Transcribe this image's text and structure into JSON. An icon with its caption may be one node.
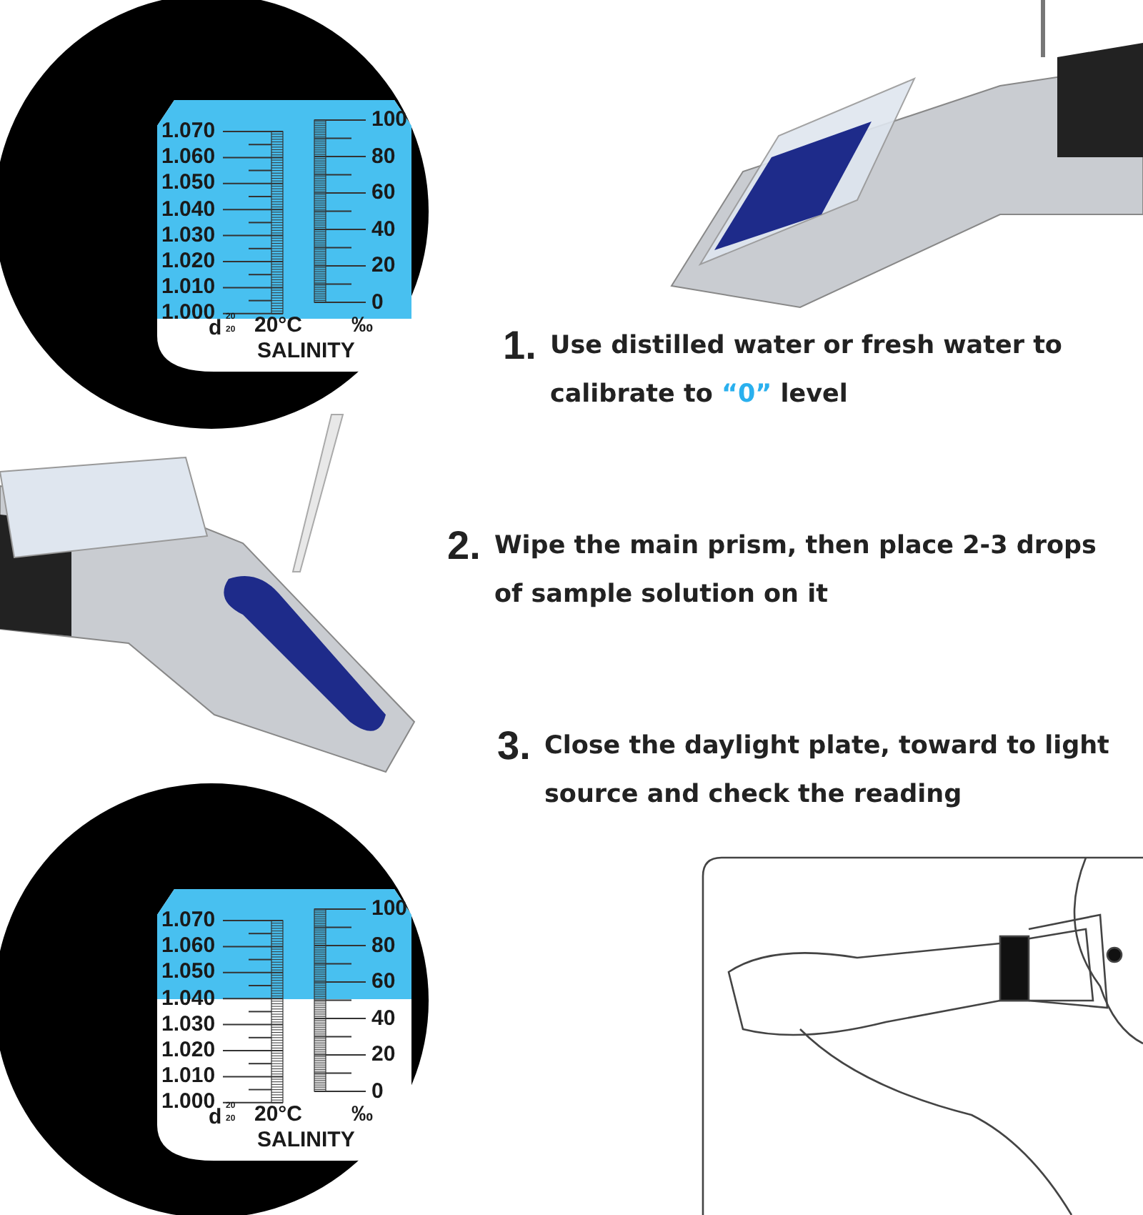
{
  "diagram": {
    "labels": [
      "1.070",
      "1.060",
      "1.050",
      "1.040",
      "1.030",
      "1.020",
      "1.010",
      "1.000",
      "100",
      "80",
      "60",
      "40",
      "20",
      "0",
      "d",
      "20",
      "20",
      "20°C",
      "‰",
      "SALINITY",
      "1.",
      "Use distilled water or fresh water to calibrate to “0” level",
      "2.",
      "Wipe the main prism, then place 2-3 drops of sample solution on it",
      "3.",
      "Close the daylight plate, toward to light source and check the reading",
      "1.070",
      "1.060",
      "1.050",
      "1.040",
      "1.030",
      "1.020",
      "1.010",
      "1.000",
      "100",
      "80",
      "60",
      "40",
      "20",
      "0",
      "d",
      "20",
      "20",
      "20°C",
      "‰",
      "SALINITY"
    ]
  }
}
